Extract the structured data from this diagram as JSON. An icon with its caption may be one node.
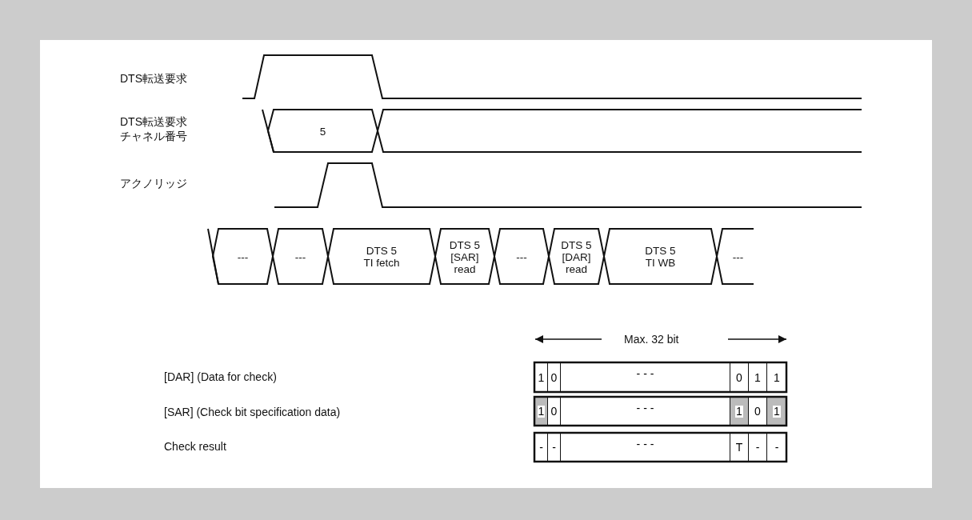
{
  "diagram": {
    "nodes": [
      {
        "text": [
          "5"
        ]
      },
      {
        "text": [],
        "shape": "hexagon"
      },
      {
        "text": [
          "---"
        ]
      },
      {
        "text": [
          "---"
        ]
      },
      {
        "text": [
          "DTS 5 TI fetch"
        ]
      },
      {
        "text": [
          "DTS 5 [SAR] read"
        ]
      },
      {
        "text": [
          "---"
        ]
      },
      {
        "text": [
          "DTS 5 [DAR] read"
        ]
      },
      {
        "text": [
          "DTS 5 TI WB"
        ]
      },
      {
        "text": [
          "---"
        ]
      }
    ],
    "labels": [
      "DTS転送要求",
      "DTS転送要求チャネル番号",
      "アクノリッジ",
      "Max. 32 bit",
      "[DAR] (Data for check)",
      "1",
      "0",
      "- - -",
      "0",
      "1",
      "1",
      "[SAR] (Check bit specification data)",
      "1",
      "0",
      "- - -",
      "1",
      "0",
      "1",
      "Check result",
      "-",
      "-",
      "- - -",
      "T",
      "-",
      "-"
    ]
  }
}
